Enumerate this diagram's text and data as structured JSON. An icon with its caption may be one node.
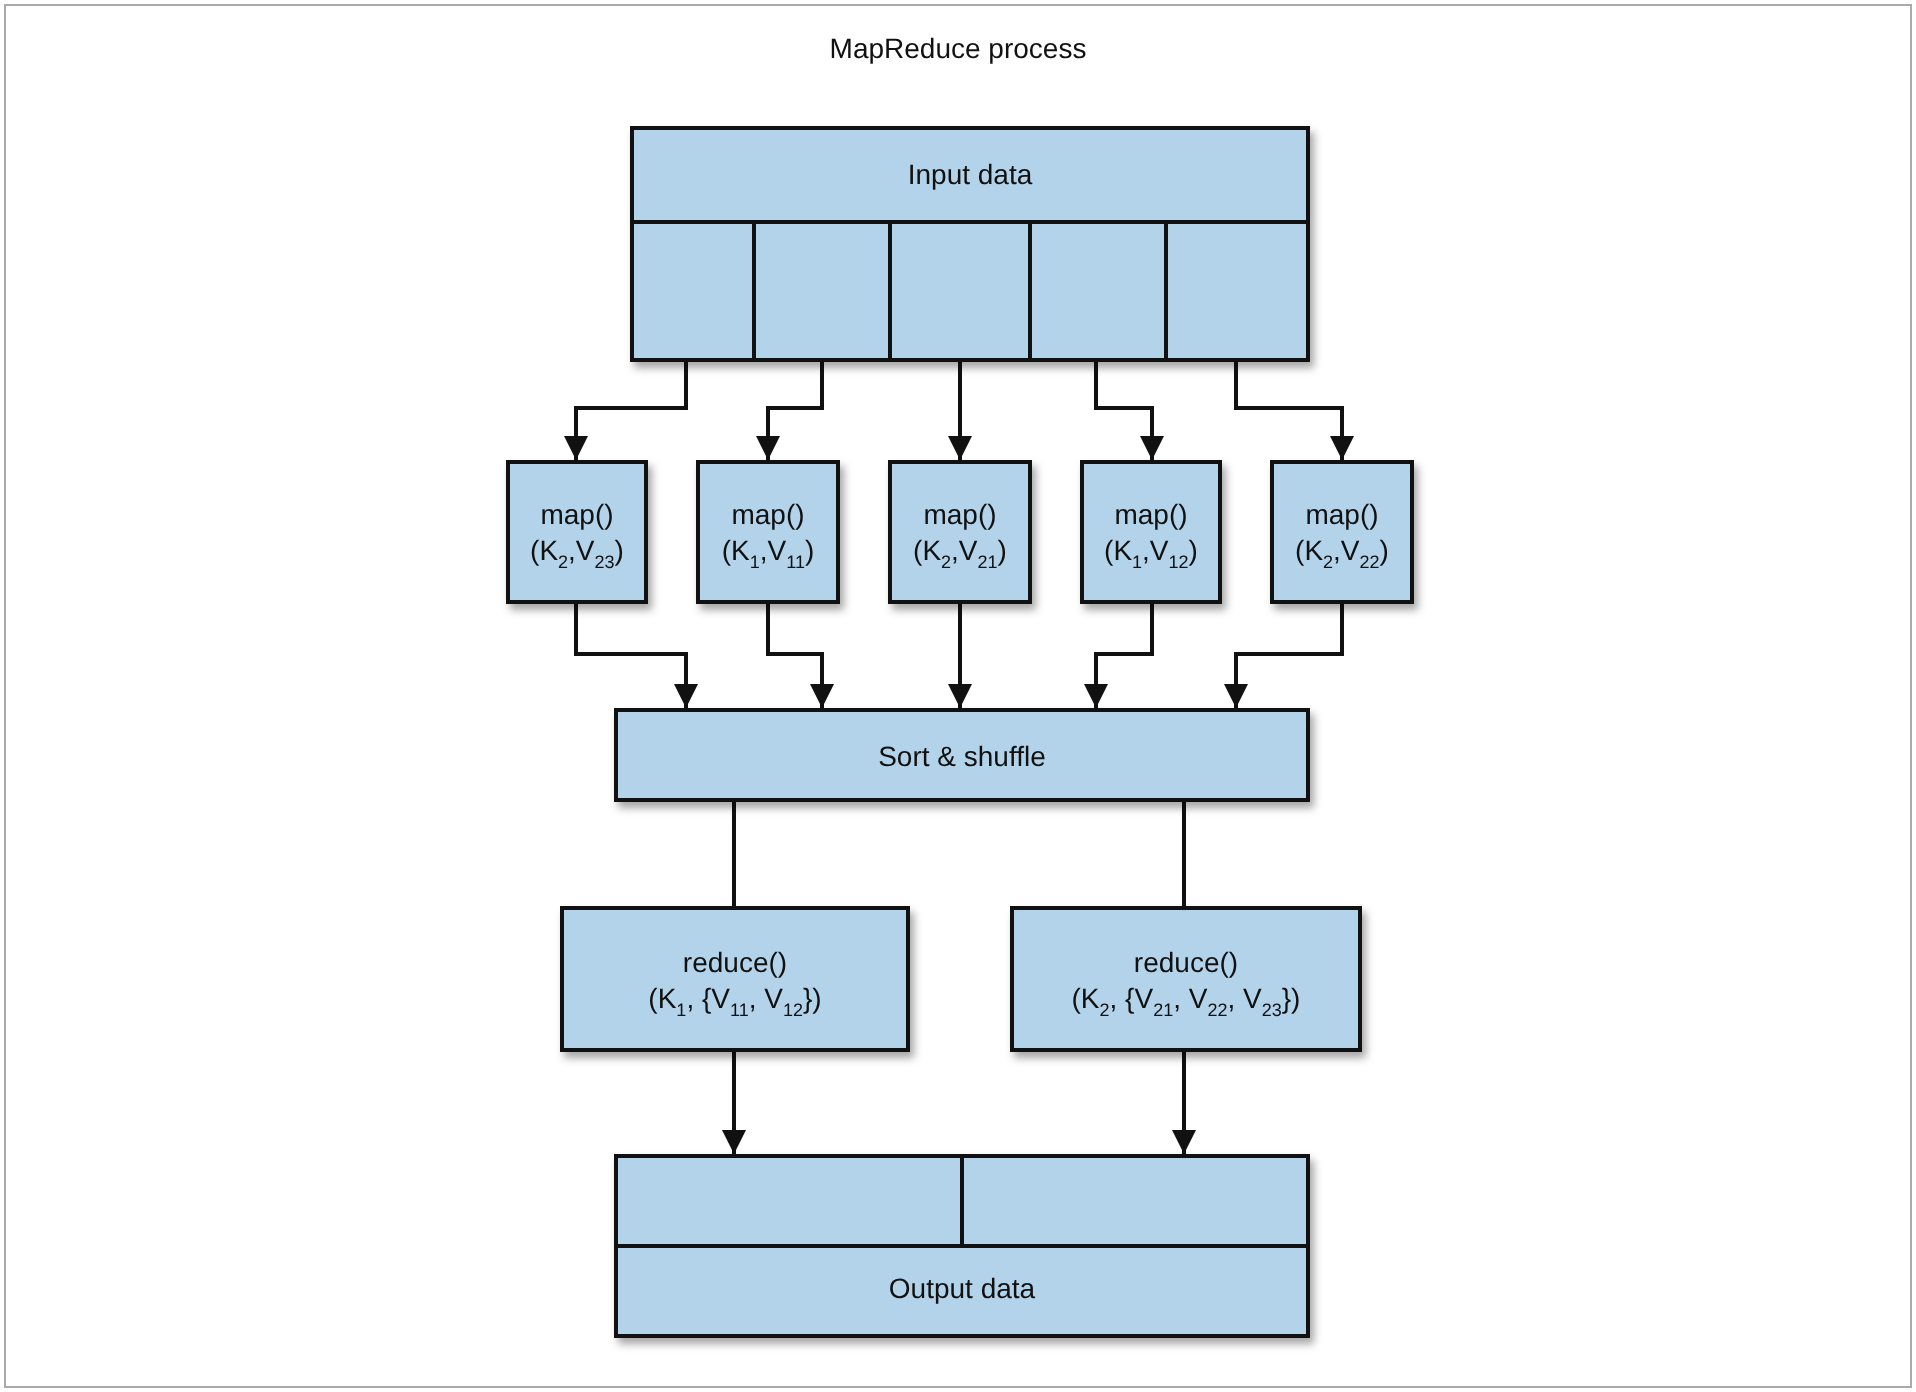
{
  "diagram": {
    "title": "MapReduce process",
    "nodes": [
      {
        "text": [
          "Input data"
        ]
      },
      {
        "text": [],
        "shape": "box",
        "in": 0
      },
      {
        "text": [],
        "shape": "box",
        "in": 0
      },
      {
        "text": [],
        "shape": "box",
        "in": 0
      },
      {
        "text": [],
        "shape": "box",
        "in": 0
      },
      {
        "text": [],
        "shape": "box",
        "in": 0
      },
      {
        "text": [
          "map()",
          "(K$_{2}$,V$_{23}$)"
        ]
      },
      {
        "text": [
          "map()",
          "(K$_{1}$,V$_{11}$)"
        ]
      },
      {
        "text": [
          "map()",
          "(K$_{2}$,V$_{21}$)"
        ]
      },
      {
        "text": [
          "map()",
          "(K$_{1}$,V$_{12}$)"
        ]
      },
      {
        "text": [
          "map()",
          "(K$_{2}$,V$_{22}$)"
        ]
      },
      {
        "text": [
          "Sort & shuffle"
        ]
      },
      {
        "text": [
          "reduce()",
          "(K$_{1}$, {V$_{11}$, V$_{12}$})"
        ]
      },
      {
        "text": [
          "reduce()",
          "(K$_{2}$, {V$_{21}$, V$_{22}$, V$_{23}$})"
        ]
      },
      {
        "text": [
          "Output data"
        ]
      },
      {
        "text": [],
        "shape": "box",
        "in": 14
      },
      {
        "text": [],
        "shape": "box",
        "in": 14
      }
    ],
    "edges": [
      {
        "from": 1,
        "to": 6,
        "arrow": "to"
      },
      {
        "from": 2,
        "to": 7,
        "arrow": "to"
      },
      {
        "from": 3,
        "to": 8,
        "arrow": "to"
      },
      {
        "from": 4,
        "to": 9,
        "arrow": "to"
      },
      {
        "from": 5,
        "to": 10,
        "arrow": "to"
      },
      {
        "from": 6,
        "to": 11,
        "arrow": "to"
      },
      {
        "from": 7,
        "to": 11,
        "arrow": "to"
      },
      {
        "from": 8,
        "to": 11,
        "arrow": "to"
      },
      {
        "from": 9,
        "to": 11,
        "arrow": "to"
      },
      {
        "from": 10,
        "to": 11,
        "arrow": "to"
      },
      {
        "from": 11,
        "to": 12,
        "arrow": "none"
      },
      {
        "from": 11,
        "to": 13,
        "arrow": "none"
      },
      {
        "from": 12,
        "to": 15,
        "arrow": "to"
      },
      {
        "from": 13,
        "to": 16,
        "arrow": "to"
      }
    ]
  }
}
